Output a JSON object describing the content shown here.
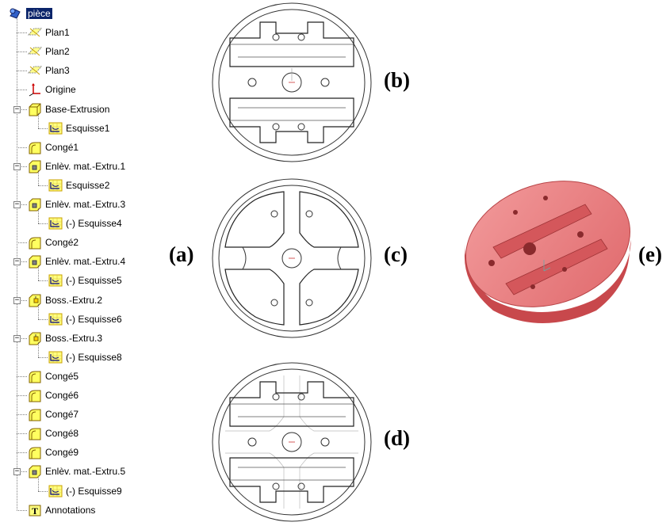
{
  "tree": {
    "root": {
      "label": "pièce",
      "icon": "part-icon",
      "selected": true
    },
    "items": [
      {
        "label": "Plan1",
        "icon": "plane-icon",
        "depth": 1,
        "expander": ""
      },
      {
        "label": "Plan2",
        "icon": "plane-icon",
        "depth": 1,
        "expander": ""
      },
      {
        "label": "Plan3",
        "icon": "plane-icon",
        "depth": 1,
        "expander": ""
      },
      {
        "label": "Origine",
        "icon": "origin-icon",
        "depth": 1,
        "expander": ""
      },
      {
        "label": "Base-Extrusion",
        "icon": "extrude-icon",
        "depth": 1,
        "expander": "−"
      },
      {
        "label": "Esquisse1",
        "icon": "sketch-icon",
        "depth": 2,
        "expander": ""
      },
      {
        "label": "Congé1",
        "icon": "fillet-icon",
        "depth": 1,
        "expander": ""
      },
      {
        "label": "Enlèv. mat.-Extru.1",
        "icon": "cut-extrude-icon",
        "depth": 1,
        "expander": "−"
      },
      {
        "label": "Esquisse2",
        "icon": "sketch-icon",
        "depth": 2,
        "expander": ""
      },
      {
        "label": "Enlèv. mat.-Extru.3",
        "icon": "cut-extrude-icon",
        "depth": 1,
        "expander": "−"
      },
      {
        "label": "(-) Esquisse4",
        "icon": "sketch-icon",
        "depth": 2,
        "expander": ""
      },
      {
        "label": "Congé2",
        "icon": "fillet-icon",
        "depth": 1,
        "expander": ""
      },
      {
        "label": "Enlèv. mat.-Extru.4",
        "icon": "cut-extrude-icon",
        "depth": 1,
        "expander": "−"
      },
      {
        "label": "(-) Esquisse5",
        "icon": "sketch-icon",
        "depth": 2,
        "expander": ""
      },
      {
        "label": "Boss.-Extru.2",
        "icon": "boss-extrude-icon",
        "depth": 1,
        "expander": "−"
      },
      {
        "label": "(-) Esquisse6",
        "icon": "sketch-icon",
        "depth": 2,
        "expander": ""
      },
      {
        "label": "Boss.-Extru.3",
        "icon": "boss-extrude-icon",
        "depth": 1,
        "expander": "−"
      },
      {
        "label": "(-) Esquisse8",
        "icon": "sketch-icon",
        "depth": 2,
        "expander": ""
      },
      {
        "label": "Congé5",
        "icon": "fillet-icon",
        "depth": 1,
        "expander": ""
      },
      {
        "label": "Congé6",
        "icon": "fillet-icon",
        "depth": 1,
        "expander": ""
      },
      {
        "label": "Congé7",
        "icon": "fillet-icon",
        "depth": 1,
        "expander": ""
      },
      {
        "label": "Congé8",
        "icon": "fillet-icon",
        "depth": 1,
        "expander": ""
      },
      {
        "label": "Congé9",
        "icon": "fillet-icon",
        "depth": 1,
        "expander": ""
      },
      {
        "label": "Enlèv. mat.-Extru.5",
        "icon": "cut-extrude-icon",
        "depth": 1,
        "expander": "−"
      },
      {
        "label": "(-) Esquisse9",
        "icon": "sketch-icon",
        "depth": 2,
        "expander": ""
      },
      {
        "label": "Annotations",
        "icon": "annotations-icon",
        "depth": 1,
        "expander": ""
      }
    ]
  },
  "figure_labels": {
    "a": "(a)",
    "b": "(b)",
    "c": "(c)",
    "d": "(d)",
    "e": "(e)"
  },
  "colors": {
    "selection": "#0a246a",
    "part_render": "#e8797b",
    "sketch_yellow": "#ffff80"
  }
}
